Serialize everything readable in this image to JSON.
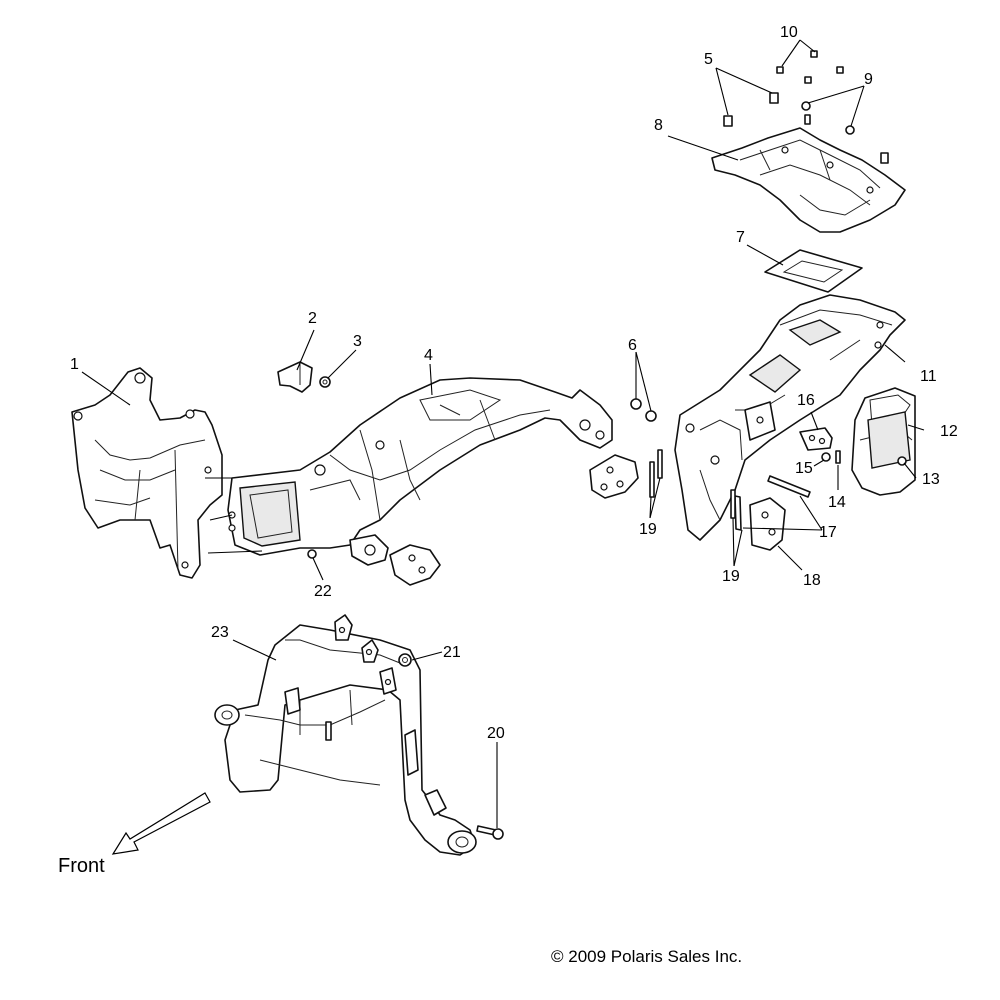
{
  "diagram": {
    "callouts": [
      "1",
      "2",
      "3",
      "4",
      "5",
      "6",
      "7",
      "8",
      "9",
      "10",
      "11",
      "12",
      "13",
      "14",
      "15",
      "16",
      "17",
      "18",
      "19",
      "19",
      "20",
      "21",
      "22",
      "23"
    ],
    "direction_label": "Front",
    "copyright": "© 2009 Polaris Sales Inc."
  }
}
